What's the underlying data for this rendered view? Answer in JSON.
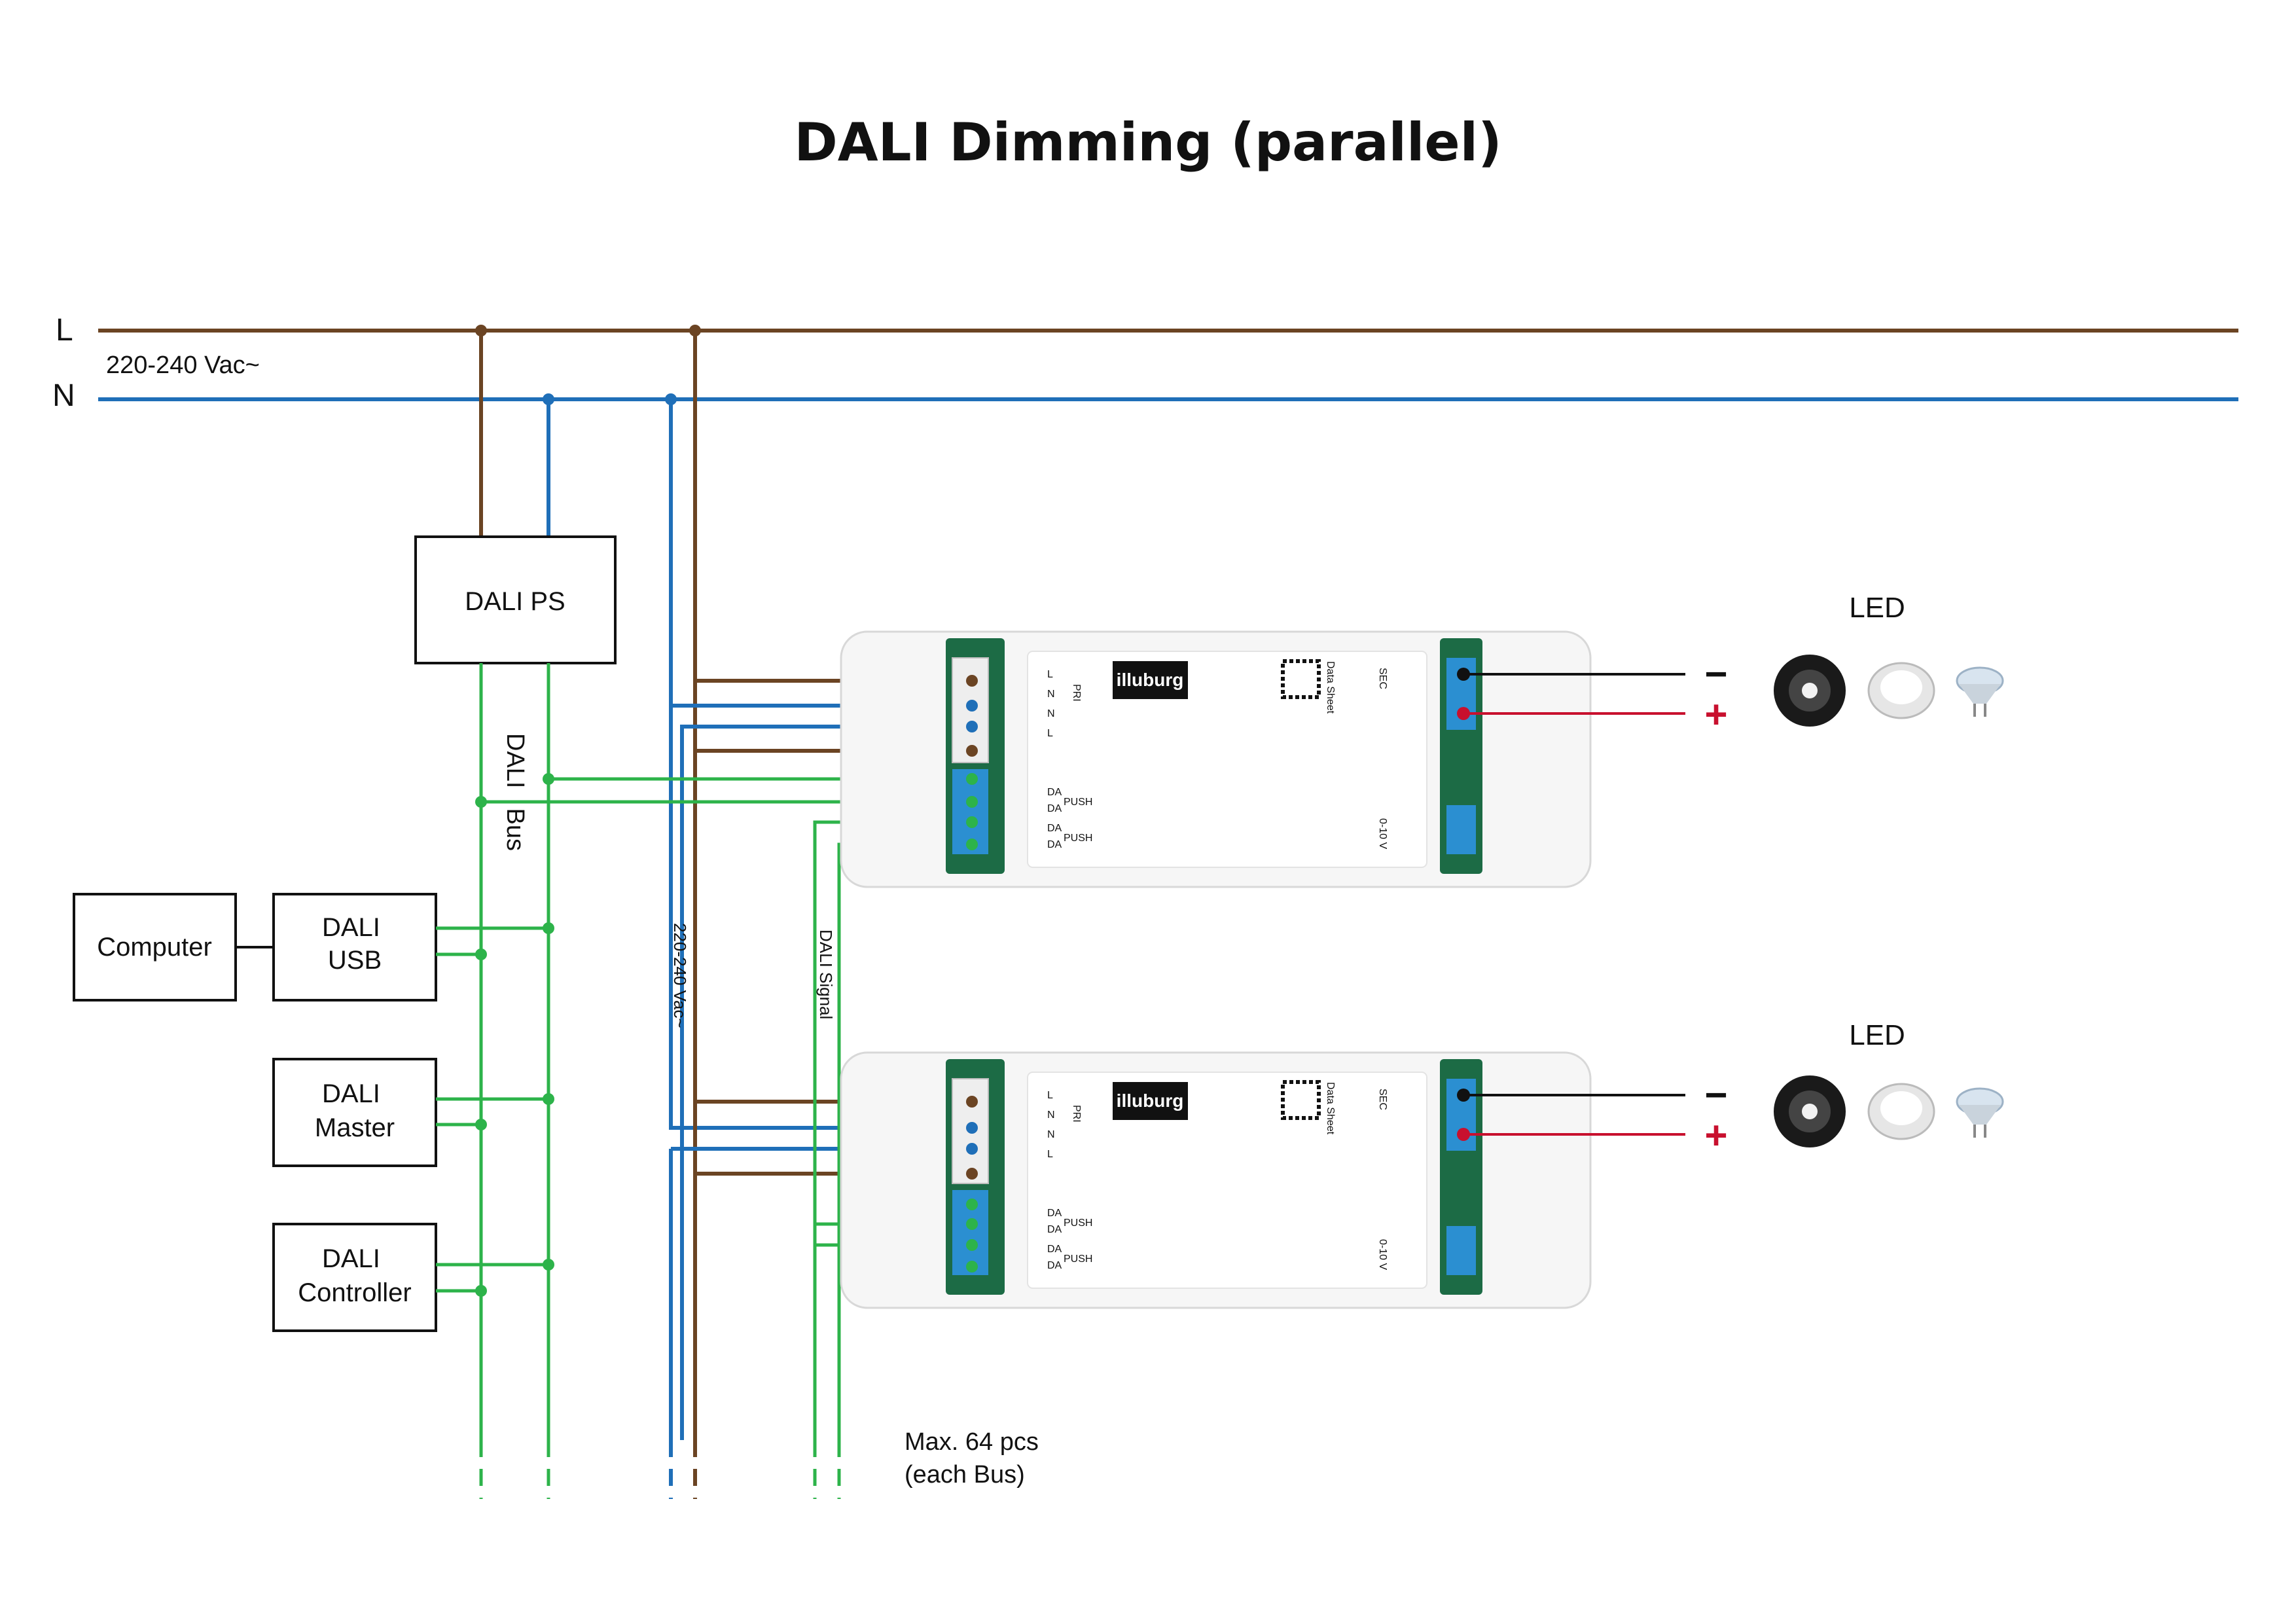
{
  "title": "DALI Dimming (parallel)",
  "mains": {
    "l_label": "L",
    "n_label": "N",
    "voltage_label": "220-240 Vac~",
    "vertical_voltage_label": "220-240 Vac~"
  },
  "blocks": {
    "dali_ps": "DALI PS",
    "computer": "Computer",
    "dali_usb": [
      "DALI",
      "USB"
    ],
    "dali_master": [
      "DALI",
      "Master"
    ],
    "dali_controller": [
      "DALI",
      "Controller"
    ]
  },
  "bus_labels": {
    "dali_bus": [
      "DALI",
      "Bus"
    ],
    "dali_signal": "DALI Signal"
  },
  "driver": {
    "brand": "illuburg",
    "pri_label": "PRI",
    "sec_label": "SEC",
    "input_pins": [
      "L",
      "N",
      "N",
      "L"
    ],
    "dali_pins": [
      "DA",
      "DA",
      "DA",
      "DA"
    ],
    "push_label": "PUSH",
    "dim_label": "0-10 V",
    "qr_caption": "Data Sheet"
  },
  "outputs": {
    "led_label": "LED",
    "minus_label": "−",
    "plus_label": "+"
  },
  "note": [
    "Max. 64 pcs",
    "(each Bus)"
  ],
  "colors": {
    "live": "#6b4423",
    "neutral": "#1f6fb8",
    "dali": "#2db34a",
    "negative": "#111111",
    "positive": "#c8102e"
  },
  "icons": [
    "led-strip-reel-icon",
    "downlight-icon",
    "mr16-bulb-icon"
  ]
}
